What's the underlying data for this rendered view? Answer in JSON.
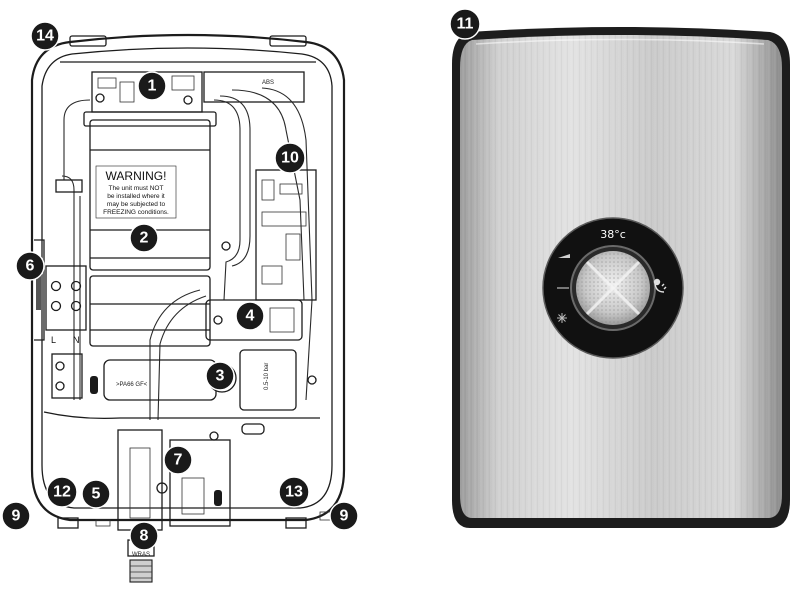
{
  "figure": {
    "warning_label": {
      "title": "WARNING!",
      "lines": [
        "The unit must NOT",
        "be installed where it",
        "may be subjected to",
        "FREEZING conditions."
      ]
    },
    "terminal_labels": {
      "live": "L",
      "neutral": "N"
    },
    "part_labels": {
      "housing_marking": ">PA66 GF<",
      "pressure_marking": "0.5-10 bar",
      "inlet_marking": "WRAS"
    },
    "display": {
      "temperature": "38°c"
    },
    "callouts": [
      {
        "number": "1",
        "name": "callout-1"
      },
      {
        "number": "2",
        "name": "callout-2"
      },
      {
        "number": "3",
        "name": "callout-3"
      },
      {
        "number": "4",
        "name": "callout-4"
      },
      {
        "number": "5",
        "name": "callout-5"
      },
      {
        "number": "6",
        "name": "callout-6"
      },
      {
        "number": "7",
        "name": "callout-7"
      },
      {
        "number": "8",
        "name": "callout-8"
      },
      {
        "number": "9",
        "name": "callout-9-left"
      },
      {
        "number": "9",
        "name": "callout-9-right"
      },
      {
        "number": "10",
        "name": "callout-10"
      },
      {
        "number": "11",
        "name": "callout-11"
      },
      {
        "number": "12",
        "name": "callout-12"
      },
      {
        "number": "13",
        "name": "callout-13"
      },
      {
        "number": "14",
        "name": "callout-14"
      }
    ],
    "colors": {
      "callout_fill": "#1a1a1a",
      "brushed_metal_light": "#d4d4d4",
      "brushed_metal_dark": "#8e8e8e",
      "dial_ring": "#111111"
    }
  }
}
